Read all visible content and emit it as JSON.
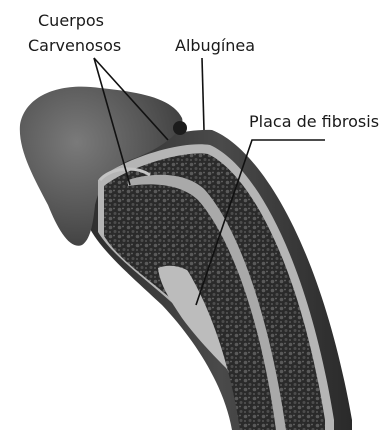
{
  "labels": {
    "cuerpos_line1": "Cuerpos",
    "cuerpos_line2": "Carvenosos",
    "albuginea": "Albugínea",
    "placa": "Placa de fibrosis"
  },
  "colors": {
    "background": "#ffffff",
    "glans": "#5e5e5e",
    "outer_sheath": "#3d3d3d",
    "albuginea_band": "#b8b8b8",
    "spongy_tissue": "#2b2b2b",
    "fibrosis_plaque": "#bdbdbd",
    "leader_lines": "#111111"
  }
}
